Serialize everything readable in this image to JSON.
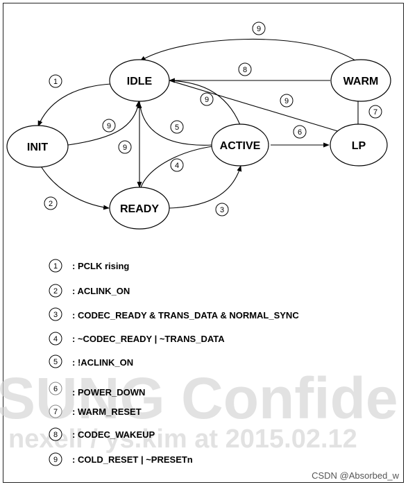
{
  "states": {
    "idle": "IDLE",
    "init": "INIT",
    "active": "ACTIVE",
    "ready": "READY",
    "warm": "WARM",
    "lp": "LP"
  },
  "edge_numbers": {
    "warm_idle_top": "9",
    "init_idle": "1",
    "warm_idle_direct": "8",
    "active_idle": "9",
    "lp_idle": "9",
    "warm_lp": "7",
    "init_idle_low": "9",
    "active_idle_low": "5",
    "active_lp": "6",
    "ready_idle": "9",
    "active_ready": "4",
    "init_ready": "2",
    "ready_active": "3"
  },
  "legend": [
    {
      "num": "1",
      "text": ": PCLK rising"
    },
    {
      "num": "2",
      "text": ": ACLINK_ON"
    },
    {
      "num": "3",
      "text": ": CODEC_READY & TRANS_DATA & NORMAL_SYNC"
    },
    {
      "num": "4",
      "text": ": ~CODEC_READY | ~TRANS_DATA"
    },
    {
      "num": "5",
      "text": ": !ACLINK_ON"
    },
    {
      "num": "6",
      "text": ": POWER_DOWN"
    },
    {
      "num": "7",
      "text": ": WARM_RESET"
    },
    {
      "num": "8",
      "text": ": CODEC_WAKEUP"
    },
    {
      "num": "9",
      "text": ": COLD_RESET | ~PRESETn"
    }
  ],
  "watermark": {
    "line1": "SUNG Confide",
    "line2": "nexell / ys.kim at 2015.02.12"
  },
  "credit": "CSDN @Absorbed_w"
}
